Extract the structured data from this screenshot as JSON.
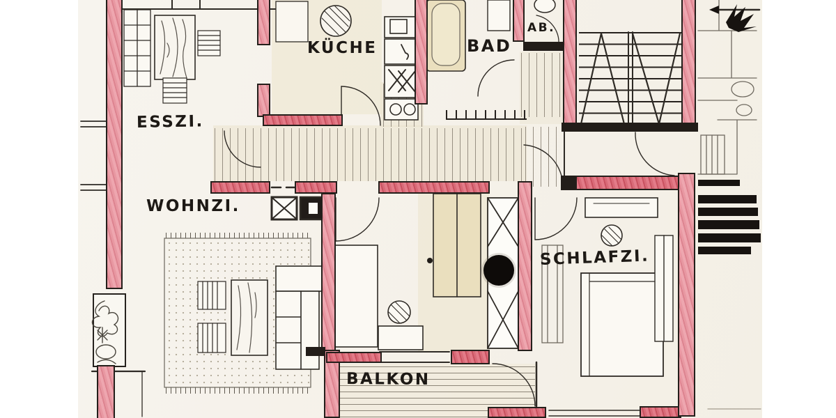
{
  "plan": {
    "title": "Hand-drawn apartment floor plan",
    "rooms": [
      {
        "id": "dining",
        "label": "ESSZI."
      },
      {
        "id": "kitchen",
        "label": "KÜCHE"
      },
      {
        "id": "bath",
        "label": "BAD"
      },
      {
        "id": "wc",
        "label": "AB."
      },
      {
        "id": "living",
        "label": "WOHNZI."
      },
      {
        "id": "bedroom",
        "label": "SCHLAFZI."
      },
      {
        "id": "balcony",
        "label": "BALKON"
      }
    ],
    "colors": {
      "wall_pink": "#e898a2",
      "wall_red": "#d96b78",
      "ink": "#26221e",
      "pencil": "#8a8478",
      "paper": "#f6f3ea",
      "beige": "#eadfbe"
    }
  }
}
